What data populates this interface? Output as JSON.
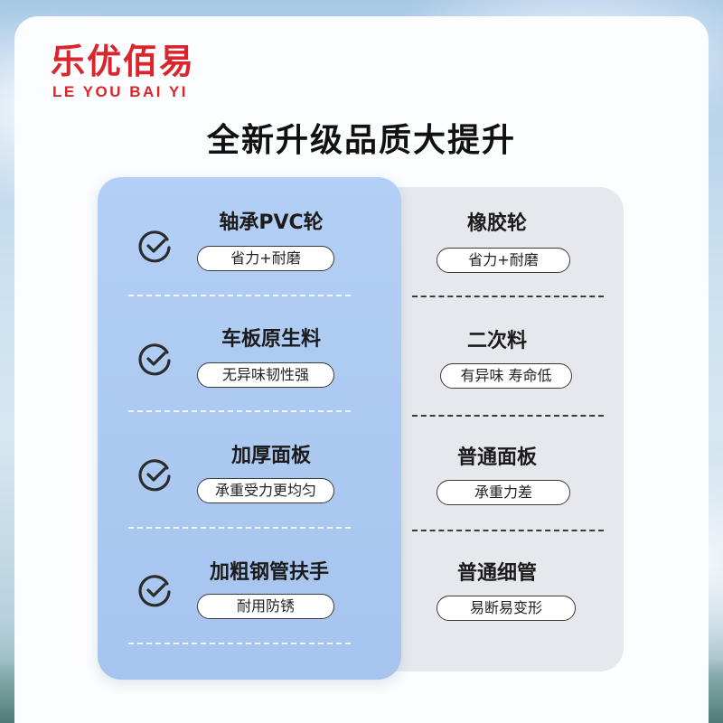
{
  "brand": {
    "name_cn": "乐优佰易",
    "name_en": "LE YOU BAI YI",
    "color": "#d9252b"
  },
  "headline": "全新升级品质大提升",
  "comparison": {
    "ours": [
      {
        "title": "轴承PVC轮",
        "tag": "省力+耐磨",
        "icon": "check-circle-icon"
      },
      {
        "title": "车板原生料",
        "tag": "无异味韧性强",
        "icon": "check-circle-icon"
      },
      {
        "title": "加厚面板",
        "tag": "承重受力更均匀",
        "icon": "check-circle-icon"
      },
      {
        "title": "加粗钢管扶手",
        "tag": "耐用防锈",
        "icon": "check-circle-icon"
      }
    ],
    "others": [
      {
        "title": "橡胶轮",
        "tag": "省力+耐磨"
      },
      {
        "title": "二次料",
        "tag": "有异味 寿命低"
      },
      {
        "title": "普通面板",
        "tag": "承重力差"
      },
      {
        "title": "普通细管",
        "tag": "易断易变形"
      }
    ]
  },
  "colors": {
    "ours_panel": "#a9c6ef",
    "others_panel": "#e7e8ed",
    "headline": "#111111"
  }
}
